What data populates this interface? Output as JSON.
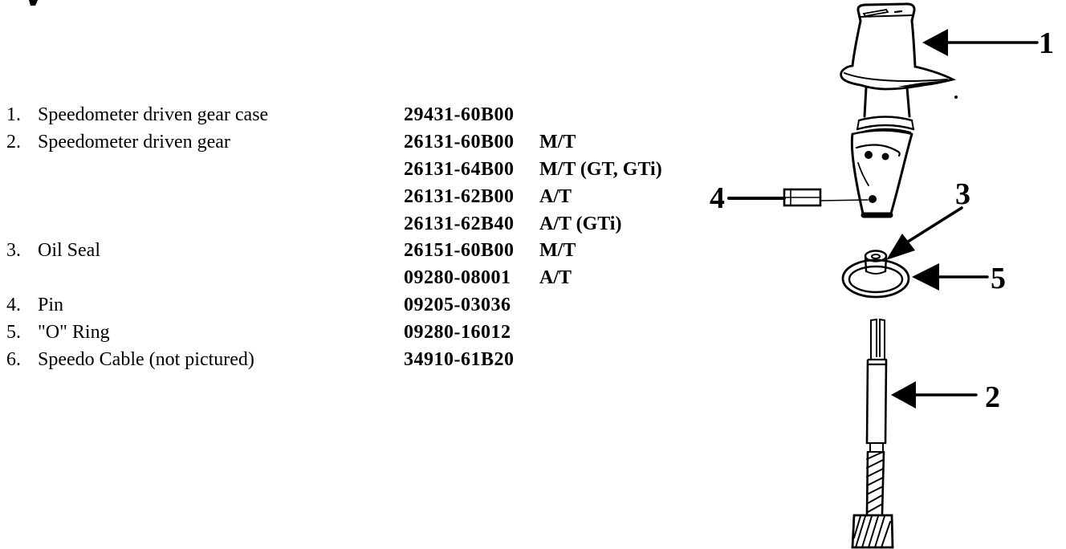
{
  "page": {
    "type": "scanned parts-catalog page",
    "background_color": "#ffffff",
    "ink_color": "#000000"
  },
  "parts_list": {
    "rows": [
      {
        "num": "1.",
        "name": "Speedometer driven gear case",
        "part_number": "29431-60B00",
        "spec": ""
      },
      {
        "num": "2.",
        "name": "Speedometer driven gear",
        "part_number": "26131-60B00",
        "spec": "M/T"
      },
      {
        "num": "",
        "name": "",
        "part_number": "26131-64B00",
        "spec": "M/T (GT, GTi)"
      },
      {
        "num": "",
        "name": "",
        "part_number": "26131-62B00",
        "spec": "A/T"
      },
      {
        "num": "",
        "name": "",
        "part_number": "26131-62B40",
        "spec": "A/T (GTi)"
      },
      {
        "num": "3.",
        "name": "Oil Seal",
        "part_number": "26151-60B00",
        "spec": "M/T"
      },
      {
        "num": "",
        "name": "",
        "part_number": "09280-08001",
        "spec": "A/T"
      },
      {
        "num": "4.",
        "name": "Pin",
        "part_number": "09205-03036",
        "spec": ""
      },
      {
        "num": "5.",
        "name": "\"O\" Ring",
        "part_number": "09280-16012",
        "spec": ""
      },
      {
        "num": "6.",
        "name": "Speedo Cable (not pictured)",
        "part_number": "34910-61B20",
        "spec": ""
      }
    ]
  },
  "diagram": {
    "description": "exploded view of speedometer driven gear assembly",
    "callouts": {
      "c1": "1",
      "c2": "2",
      "c3": "3",
      "c4": "4",
      "c5": "5"
    }
  }
}
